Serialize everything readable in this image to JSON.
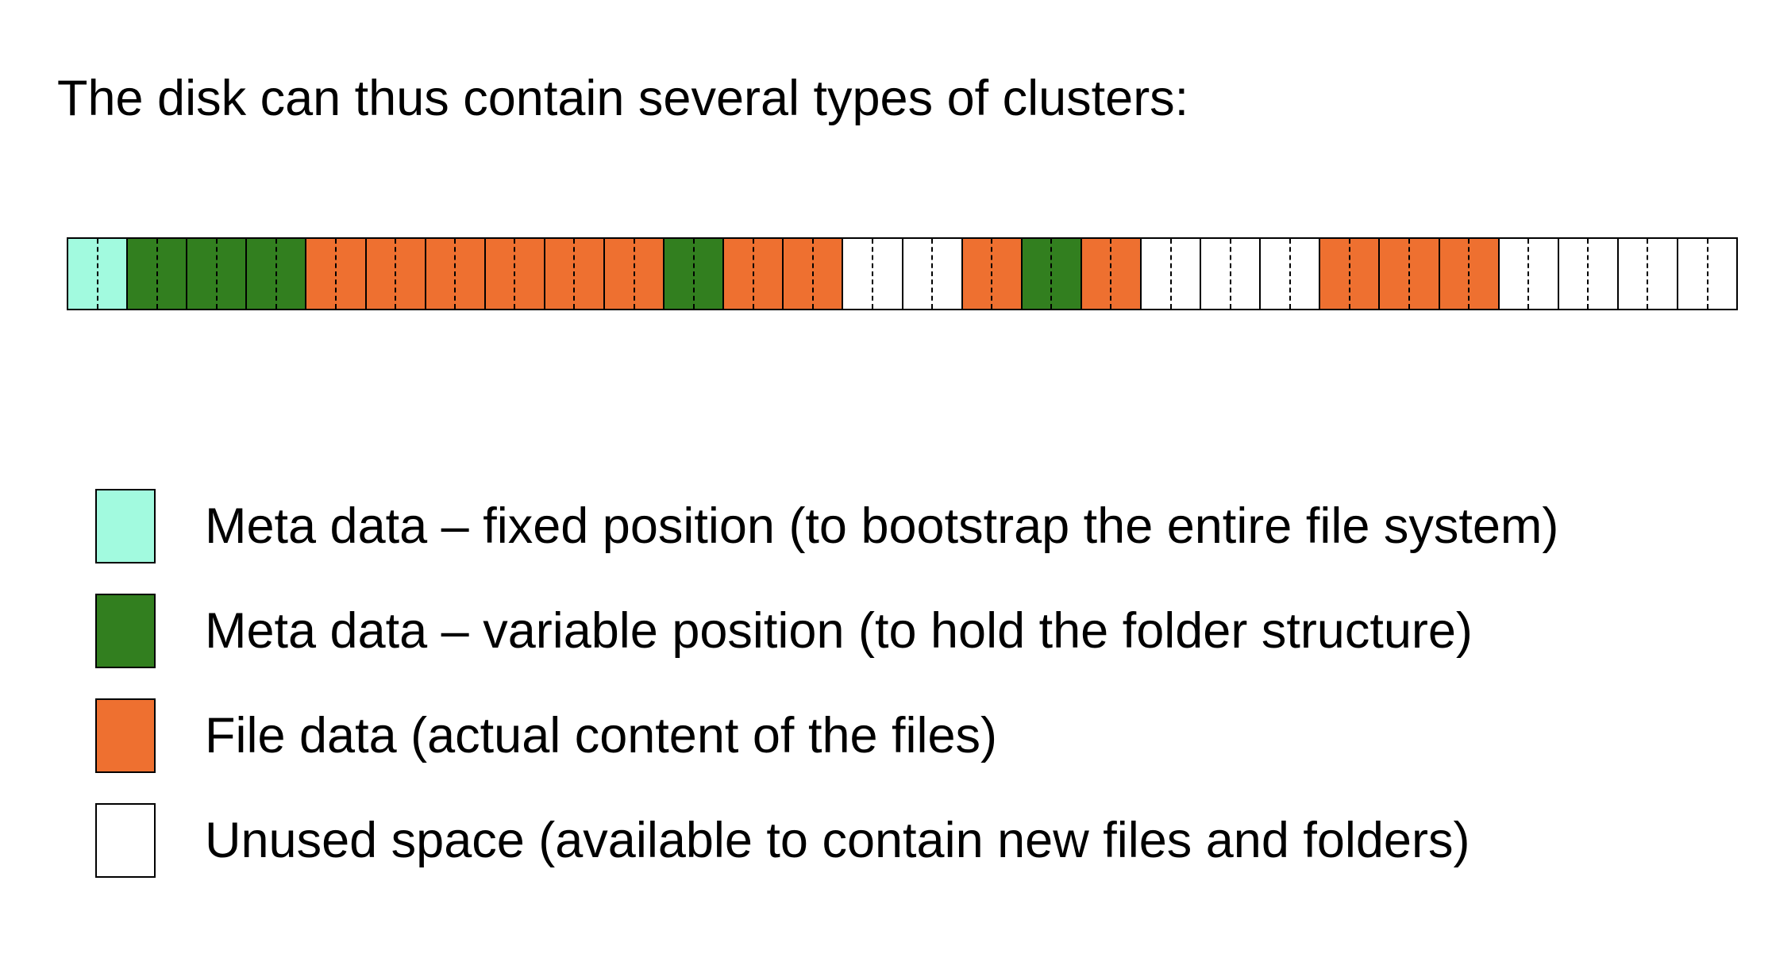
{
  "title": "The disk can thus contain several types of clusters:",
  "cluster_types": {
    "meta_fixed": {
      "label": "Meta data – fixed position (to bootstrap the entire file system)",
      "color": "#a2fadf"
    },
    "meta_variable": {
      "label": "Meta data – variable position (to hold the folder structure)",
      "color": "#327f1f"
    },
    "file": {
      "label": "File data (actual content of the files)",
      "color": "#ee7030"
    },
    "unused": {
      "label": "Unused space (available to contain new files and folders)",
      "color": "#ffffff"
    }
  },
  "legend_order": [
    "meta_fixed",
    "meta_variable",
    "file",
    "unused"
  ],
  "clusters": [
    "meta_fixed",
    "meta_variable",
    "meta_variable",
    "meta_variable",
    "file",
    "file",
    "file",
    "file",
    "file",
    "file",
    "meta_variable",
    "file",
    "file",
    "unused",
    "unused",
    "file",
    "meta_variable",
    "file",
    "unused",
    "unused",
    "unused",
    "file",
    "file",
    "file",
    "unused",
    "unused",
    "unused",
    "unused"
  ]
}
